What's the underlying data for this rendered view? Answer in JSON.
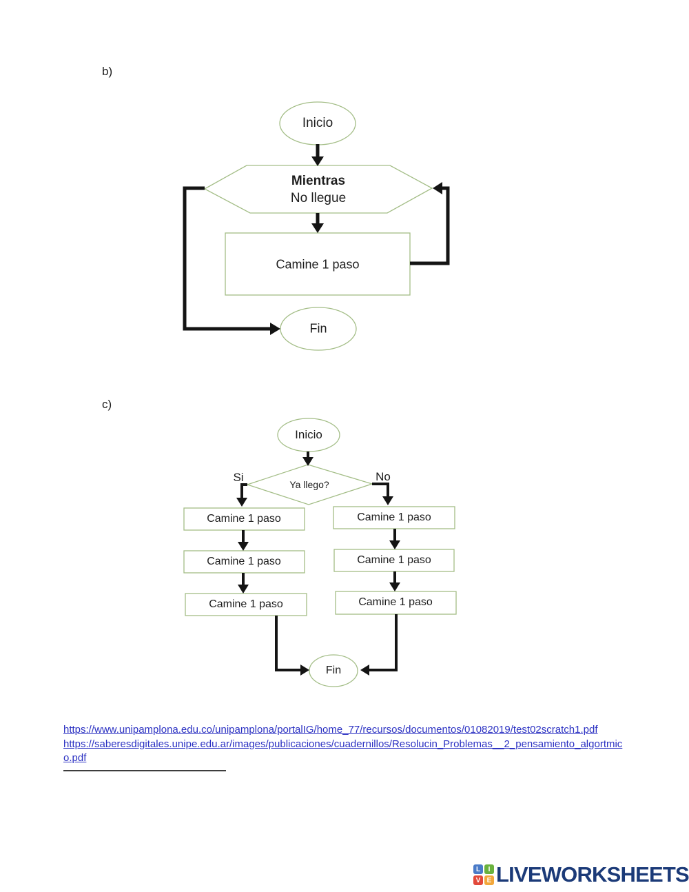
{
  "sections": {
    "b": {
      "label": "b)",
      "flowchart": {
        "start": "Inicio",
        "while_title": "Mientras",
        "while_condition": "No llegue",
        "process": "Camine 1 paso",
        "end": "Fin"
      }
    },
    "c": {
      "label": "c)",
      "flowchart": {
        "start": "Inicio",
        "decision": "Ya llego?",
        "yes_label": "Si",
        "no_label": "No",
        "yes_steps": [
          "Camine 1 paso",
          "Camine 1 paso",
          "Camine 1 paso"
        ],
        "no_steps": [
          "Camine 1 paso",
          "Camine 1 paso",
          "Camine 1 paso"
        ],
        "end": "Fin"
      }
    }
  },
  "references": {
    "links": [
      "https://www.unipamplona.edu.co/unipamplona/portalIG/home_77/recursos/documentos/01082019/test02scratch1.pdf",
      "https://saberesdigitales.unipe.edu.ar/images/publicaciones/cuadernillos/Resolucin_Problemas__2_pensamiento_algortmico.pdf"
    ]
  },
  "footer": {
    "logo_text": "LIVEWORKSHEETS",
    "logo_squares": [
      {
        "letter": "L",
        "color": "#4a7bc8"
      },
      {
        "letter": "I",
        "color": "#6ab23e"
      },
      {
        "letter": "V",
        "color": "#e2493b"
      },
      {
        "letter": "E",
        "color": "#f2a73b"
      }
    ]
  },
  "colors": {
    "shape_outline_green": "#a3bd86",
    "connector_black": "#141414",
    "link_blue": "#2a30c2",
    "logo_navy": "#1b3a78",
    "text_dark": "#1d1d1d"
  }
}
